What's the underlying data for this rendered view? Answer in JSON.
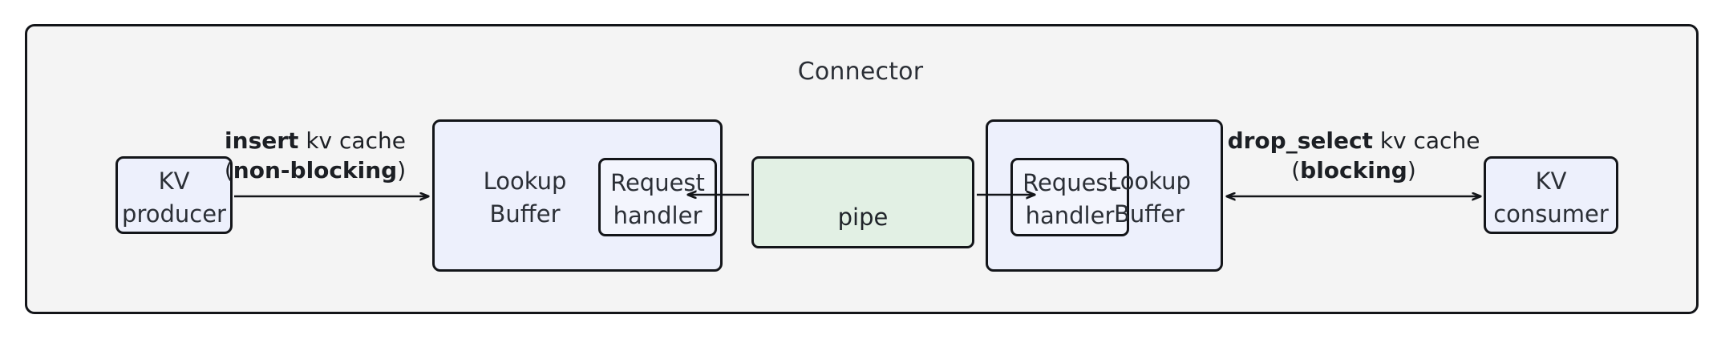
{
  "diagram": {
    "title": "Connector",
    "type": "architecture-block-diagram",
    "colors": {
      "container_fill": "#f4f4f4",
      "node_fill": "#edf0fc",
      "pipe_fill": "#e2f0e4",
      "stroke": "#131519",
      "text": "#2b2f36"
    },
    "nodes": {
      "kv_producer": {
        "label": "KV\nproducer"
      },
      "kv_consumer": {
        "label": "KV\nconsumer"
      },
      "lookup_buffer_left": {
        "label": "Lookup\nBuffer"
      },
      "lookup_buffer_right": {
        "label": "Lookup\nBuffer"
      },
      "request_handler_left": {
        "label": "Request\nhandler"
      },
      "request_handler_right": {
        "label": "Request\nhandler"
      },
      "pipe": {
        "label": "pipe"
      }
    },
    "edges": {
      "insert": {
        "op": "insert",
        "rest": " kv cache",
        "mode_open": "(",
        "mode": "non-blocking",
        "mode_close": ")",
        "direction": "right",
        "from": "KV producer",
        "to": "Lookup Buffer"
      },
      "drop_select": {
        "op": "drop_select",
        "rest": " kv cache",
        "mode_open": "(",
        "mode": "blocking",
        "mode_close": ")",
        "direction": "both",
        "from": "Lookup Buffer",
        "to": "KV consumer"
      },
      "pipe_to_left": {
        "direction": "left",
        "from": "pipe",
        "to": "Request handler (left)"
      },
      "pipe_to_right": {
        "direction": "right",
        "from": "pipe",
        "to": "Request handler (right)"
      }
    }
  }
}
